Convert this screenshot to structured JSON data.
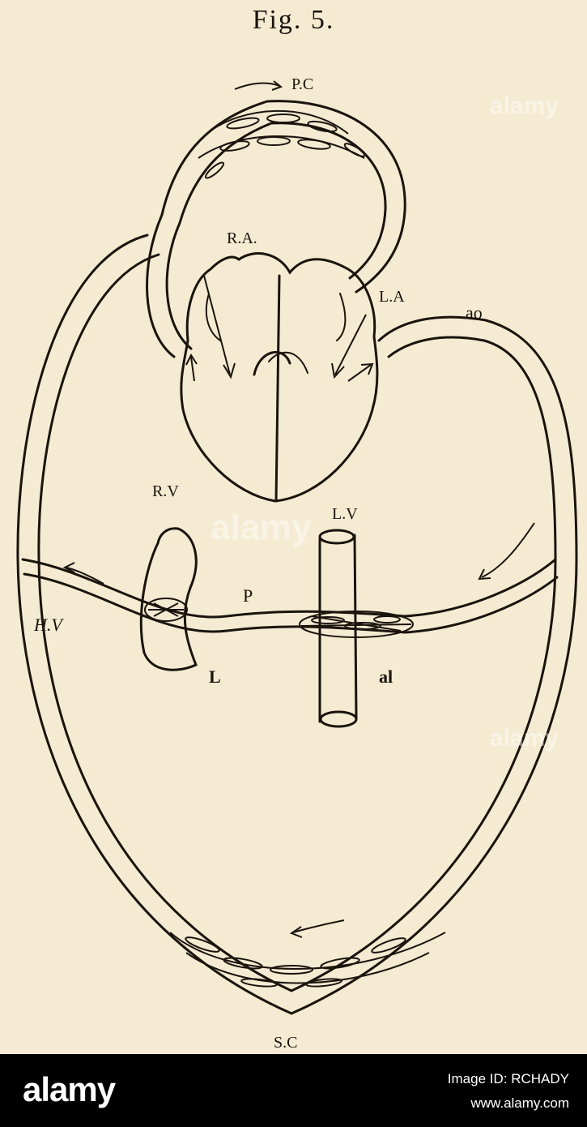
{
  "figure": {
    "title": "Fig. 5.",
    "labels": {
      "pc": "P.C",
      "ra": "R.A.",
      "la": "L.A",
      "ao": "ao",
      "rv": "R.V",
      "lv": "L.V",
      "hv": "H.V",
      "p": "P",
      "l": "L",
      "al": "al",
      "sc": "S.C"
    }
  },
  "watermark": {
    "text": "alamy"
  },
  "footer": {
    "logo": "alamy",
    "image_id": "Image ID: RCHADY",
    "site": "www.alamy.com"
  },
  "colors": {
    "paper": "#f4ebd2",
    "ink": "#1a140d",
    "footer": "#000000"
  }
}
